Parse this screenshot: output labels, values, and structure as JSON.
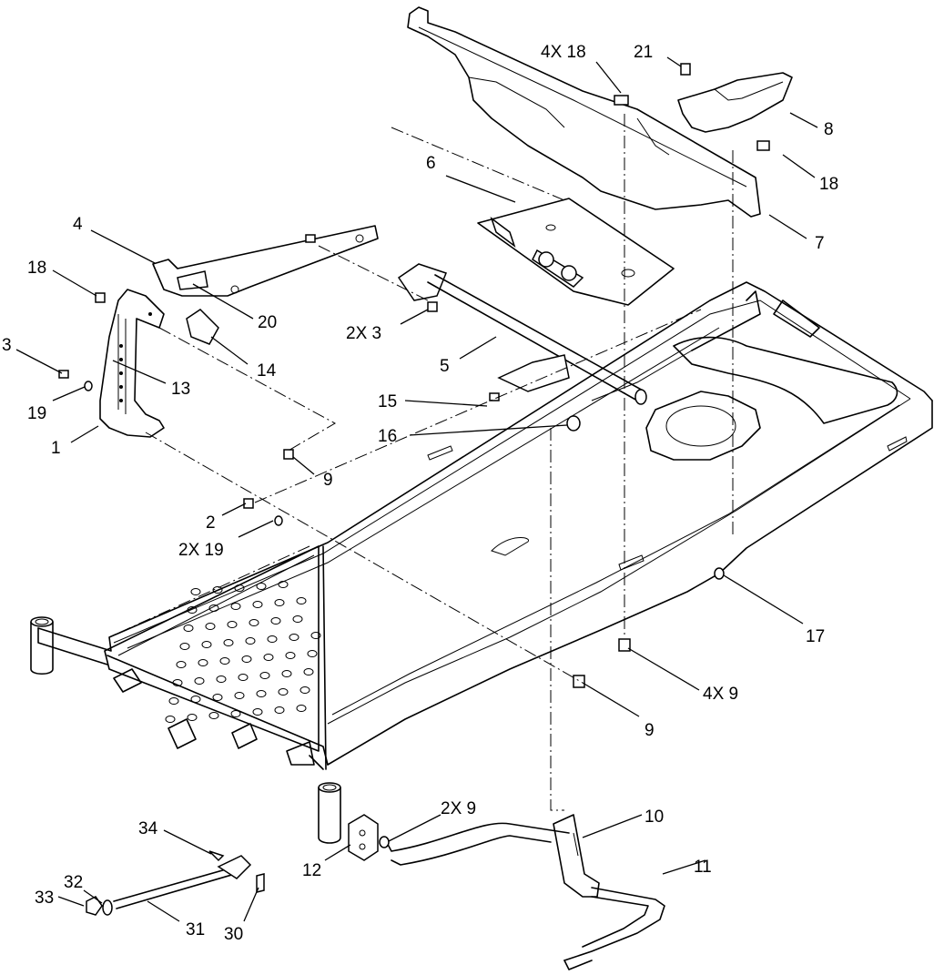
{
  "callouts": [
    {
      "id": "c-4x18",
      "text": "4X 18"
    },
    {
      "id": "c-21",
      "text": "21"
    },
    {
      "id": "c-8",
      "text": "8"
    },
    {
      "id": "c-18a",
      "text": "18"
    },
    {
      "id": "c-7",
      "text": "7"
    },
    {
      "id": "c-6",
      "text": "6"
    },
    {
      "id": "c-4",
      "text": "4"
    },
    {
      "id": "c-18b",
      "text": "18"
    },
    {
      "id": "c-20",
      "text": "20"
    },
    {
      "id": "c-2x3",
      "text": "2X 3"
    },
    {
      "id": "c-3",
      "text": "3"
    },
    {
      "id": "c-14",
      "text": "14"
    },
    {
      "id": "c-5",
      "text": "5"
    },
    {
      "id": "c-13",
      "text": "13"
    },
    {
      "id": "c-19",
      "text": "19"
    },
    {
      "id": "c-15",
      "text": "15"
    },
    {
      "id": "c-16",
      "text": "16"
    },
    {
      "id": "c-1",
      "text": "1"
    },
    {
      "id": "c-9a",
      "text": "9"
    },
    {
      "id": "c-2",
      "text": "2"
    },
    {
      "id": "c-2x19",
      "text": "2X 19"
    },
    {
      "id": "c-17",
      "text": "17"
    },
    {
      "id": "c-4x9",
      "text": "4X 9"
    },
    {
      "id": "c-9b",
      "text": "9"
    },
    {
      "id": "c-10",
      "text": "10"
    },
    {
      "id": "c-2x9",
      "text": "2X 9"
    },
    {
      "id": "c-11",
      "text": "11"
    },
    {
      "id": "c-34",
      "text": "34"
    },
    {
      "id": "c-12",
      "text": "12"
    },
    {
      "id": "c-32",
      "text": "32"
    },
    {
      "id": "c-33",
      "text": "33"
    },
    {
      "id": "c-31",
      "text": "31"
    },
    {
      "id": "c-30",
      "text": "30"
    }
  ]
}
